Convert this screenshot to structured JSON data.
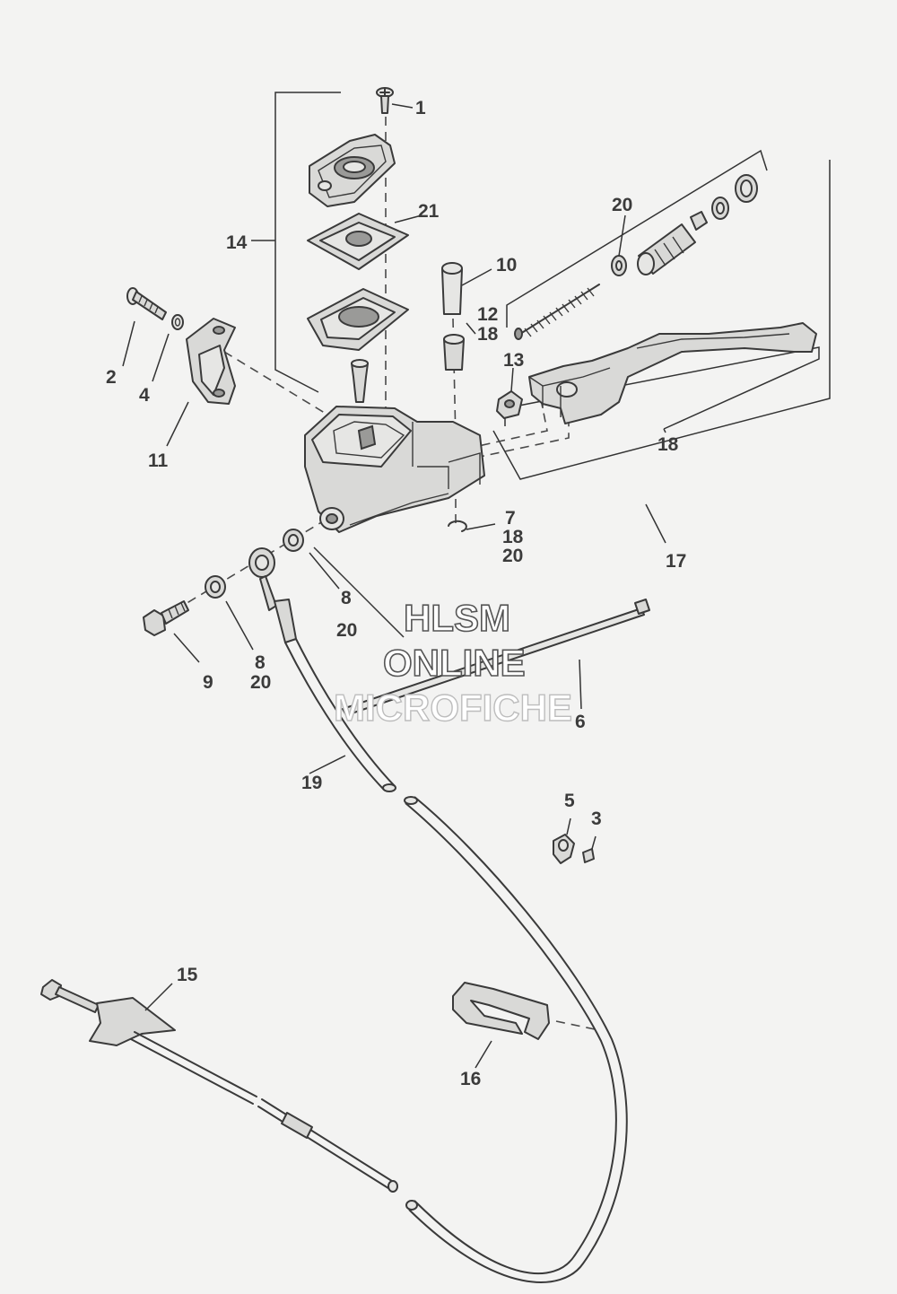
{
  "callouts": {
    "c1": "1",
    "c2": "2",
    "c3": "3",
    "c4": "4",
    "c5": "5",
    "c6": "6",
    "c7": "7",
    "c7b": "18",
    "c7c": "20",
    "c8a": "8",
    "c8a2": "20",
    "c8b": "8",
    "c8b2": "20",
    "c9": "9",
    "c10": "10",
    "c11": "11",
    "c12": "12",
    "c12b": "18",
    "c13": "13",
    "c14": "14",
    "c15": "15",
    "c16": "16",
    "c17": "17",
    "c18": "18",
    "c19": "19",
    "c20": "20",
    "c21": "21"
  },
  "watermark": {
    "line1": "HLSM",
    "line2": "ONLINE",
    "line3": "MICROFICHE"
  }
}
